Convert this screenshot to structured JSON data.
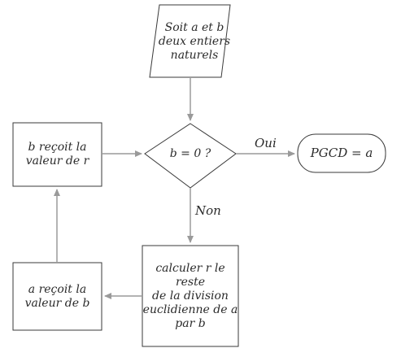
{
  "diagram": {
    "nodes": {
      "start": {
        "text": "Soit a et b\ndeux entiers\nnaturels"
      },
      "decision": {
        "text": "b = 0 ?"
      },
      "result": {
        "text": "PGCD = a"
      },
      "compute": {
        "text": "calculer r le reste\nde la division\neuclidienne de a\npar b"
      },
      "assign_a": {
        "text": "a reçoit la\nvaleur de b"
      },
      "assign_b": {
        "text": "b reçoit la\nvaleur de r"
      }
    },
    "edges": {
      "yes_label": "Oui",
      "no_label": "Non"
    },
    "colors": {
      "stroke": "#3a3a3a",
      "arrow": "#9a9a9a"
    }
  }
}
